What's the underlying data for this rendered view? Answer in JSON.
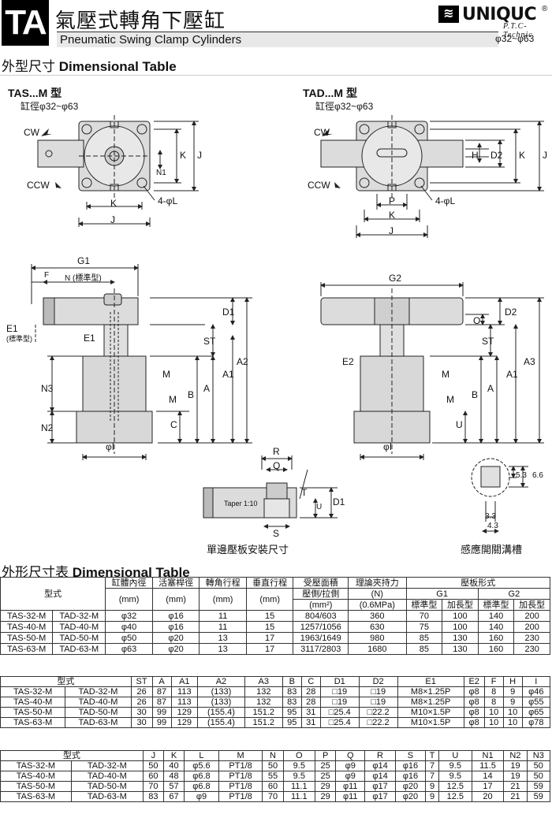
{
  "header": {
    "logo_letters": "TA",
    "title_zh": "氣壓式轉角下壓缸",
    "title_en": "Pneumatic Swing Clamp Cylinders",
    "brand": "UNIQUC",
    "brand_reg": "®",
    "brand_sub": "P.T.C-Technic",
    "bore_range": "φ32~φ63"
  },
  "sections": {
    "outline": "外型尺寸",
    "outline_en": "Dimensional Table",
    "table": "外形尺寸表",
    "table_en": "Dimensional Table"
  },
  "drawing": {
    "tas_title": "TAS...M 型",
    "tas_bore": "缸徑φ32~φ63",
    "tad_title": "TAD...M 型",
    "tad_bore": "缸徑φ32~φ63",
    "cw": "CW",
    "ccw": "CCW",
    "k": "K",
    "j": "J",
    "n1": "N1",
    "four_l": "4-φL",
    "p": "P",
    "h": "H",
    "d2": "D2",
    "g1": "G1",
    "g2": "G2",
    "f": "F",
    "n_std": "N (標準型)",
    "e1": "E1",
    "e1_std": "(標準型)",
    "e1b": "E1",
    "e2": "E2",
    "d1": "D1",
    "st": "ST",
    "a1": "A1",
    "a2": "A2",
    "a3": "A3",
    "a": "A",
    "b": "B",
    "c": "C",
    "n3": "N3",
    "n2": "N2",
    "m": "M",
    "phi_i": "φI",
    "o": "O",
    "r": "R",
    "q": "Q",
    "t": "T",
    "u": "U",
    "s": "S",
    "taper": "Taper 1:10",
    "single_mount": "單邊壓板安裝尺寸",
    "sensor_groove": "感應開關溝槽",
    "dim53": "5.3",
    "dim66": "6.6",
    "dim33": "3.3",
    "dim43": "4.3"
  },
  "table1": {
    "headers": [
      "型式",
      "缸體內徑",
      "活塞桿徑",
      "轉角行程",
      "垂直行程",
      "受壓面積",
      "理論夾持力",
      "壓板形式"
    ],
    "units": [
      "(mm)",
      "(mm)",
      "(mm)",
      "(mm)",
      "壓側/拉側",
      "(N)"
    ],
    "area_unit": "(mm²)",
    "force_unit": "(0.6MPa)",
    "g1": "G1",
    "g2": "G2",
    "std": "標準型",
    "ext": "加長型",
    "rows": [
      [
        "TAS-32-M",
        "TAD-32-M",
        "φ32",
        "φ16",
        "11",
        "15",
        "804/603",
        "360",
        "70",
        "100",
        "140",
        "200"
      ],
      [
        "TAS-40-M",
        "TAD-40-M",
        "φ40",
        "φ16",
        "11",
        "15",
        "1257/1056",
        "630",
        "75",
        "100",
        "140",
        "200"
      ],
      [
        "TAS-50-M",
        "TAD-50-M",
        "φ50",
        "φ20",
        "13",
        "17",
        "1963/1649",
        "980",
        "85",
        "130",
        "160",
        "230"
      ],
      [
        "TAS-63-M",
        "TAD-63-M",
        "φ63",
        "φ20",
        "13",
        "17",
        "3117/2803",
        "1680",
        "85",
        "130",
        "160",
        "230"
      ]
    ]
  },
  "table2": {
    "headers": [
      "型式",
      "ST",
      "A",
      "A1",
      "A2",
      "A3",
      "B",
      "C",
      "D1",
      "D2",
      "E1",
      "E2",
      "F",
      "H",
      "I"
    ],
    "rows": [
      [
        "TAS-32-M",
        "TAD-32-M",
        "26",
        "87",
        "113",
        "(133)",
        "132",
        "83",
        "28",
        "□19",
        "□19",
        "M8×1.25P",
        "φ8",
        "8",
        "9",
        "φ46"
      ],
      [
        "TAS-40-M",
        "TAD-40-M",
        "26",
        "87",
        "113",
        "(133)",
        "132",
        "83",
        "28",
        "□19",
        "□19",
        "M8×1.25P",
        "φ8",
        "8",
        "9",
        "φ55"
      ],
      [
        "TAS-50-M",
        "TAD-50-M",
        "30",
        "99",
        "129",
        "(155.4)",
        "151.2",
        "95",
        "31",
        "□25.4",
        "□22.2",
        "M10×1.5P",
        "φ8",
        "10",
        "10",
        "φ65"
      ],
      [
        "TAS-63-M",
        "TAD-63-M",
        "30",
        "99",
        "129",
        "(155.4)",
        "151.2",
        "95",
        "31",
        "□25.4",
        "□22.2",
        "M10×1.5P",
        "φ8",
        "10",
        "10",
        "φ78"
      ]
    ]
  },
  "table3": {
    "headers": [
      "型式",
      "J",
      "K",
      "L",
      "M",
      "N",
      "O",
      "P",
      "Q",
      "R",
      "S",
      "T",
      "U",
      "N1",
      "N2",
      "N3"
    ],
    "rows": [
      [
        "TAS-32-M",
        "TAD-32-M",
        "50",
        "40",
        "φ5.6",
        "PT1/8",
        "50",
        "9.5",
        "25",
        "φ9",
        "φ14",
        "φ16",
        "7",
        "9.5",
        "11.5",
        "19",
        "50"
      ],
      [
        "TAS-40-M",
        "TAD-40-M",
        "60",
        "48",
        "φ6.8",
        "PT1/8",
        "55",
        "9.5",
        "25",
        "φ9",
        "φ14",
        "φ16",
        "7",
        "9.5",
        "14",
        "19",
        "50"
      ],
      [
        "TAS-50-M",
        "TAD-50-M",
        "70",
        "57",
        "φ6.8",
        "PT1/8",
        "60",
        "11.1",
        "29",
        "φ11",
        "φ17",
        "φ20",
        "9",
        "12.5",
        "17",
        "21",
        "59"
      ],
      [
        "TAS-63-M",
        "TAD-63-M",
        "83",
        "67",
        "φ9",
        "PT1/8",
        "70",
        "11.1",
        "29",
        "φ11",
        "φ17",
        "φ20",
        "9",
        "12.5",
        "20",
        "21",
        "59"
      ]
    ]
  }
}
